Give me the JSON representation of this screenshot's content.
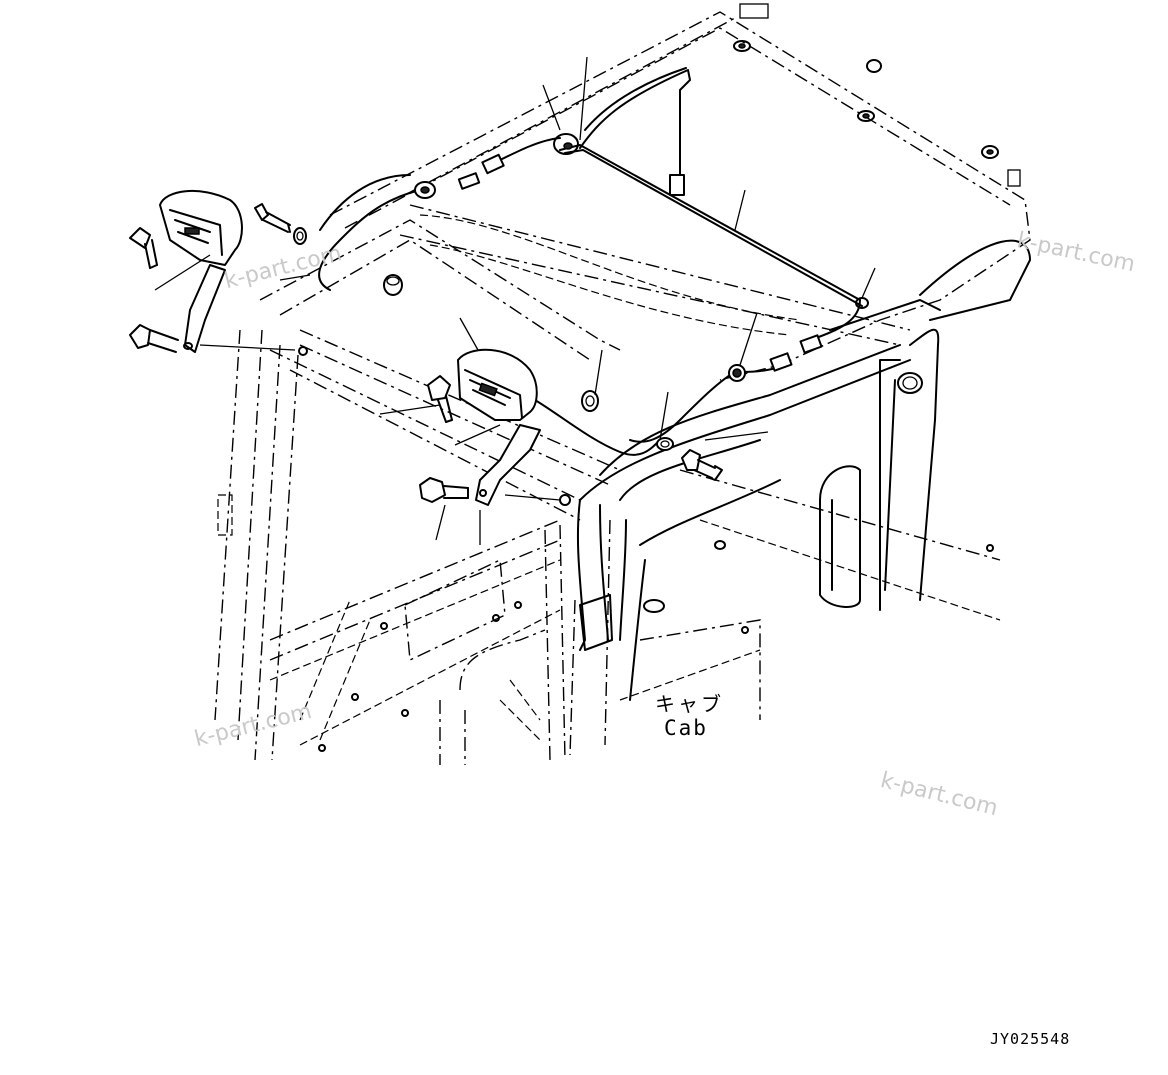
{
  "diagram": {
    "cab_label_jp": "キャブ",
    "cab_label_en": "Cab",
    "figure_code": "JY025548",
    "watermarks": [
      "k-part.com",
      "k-part.com",
      "k-part.com",
      "k-part.com"
    ]
  }
}
